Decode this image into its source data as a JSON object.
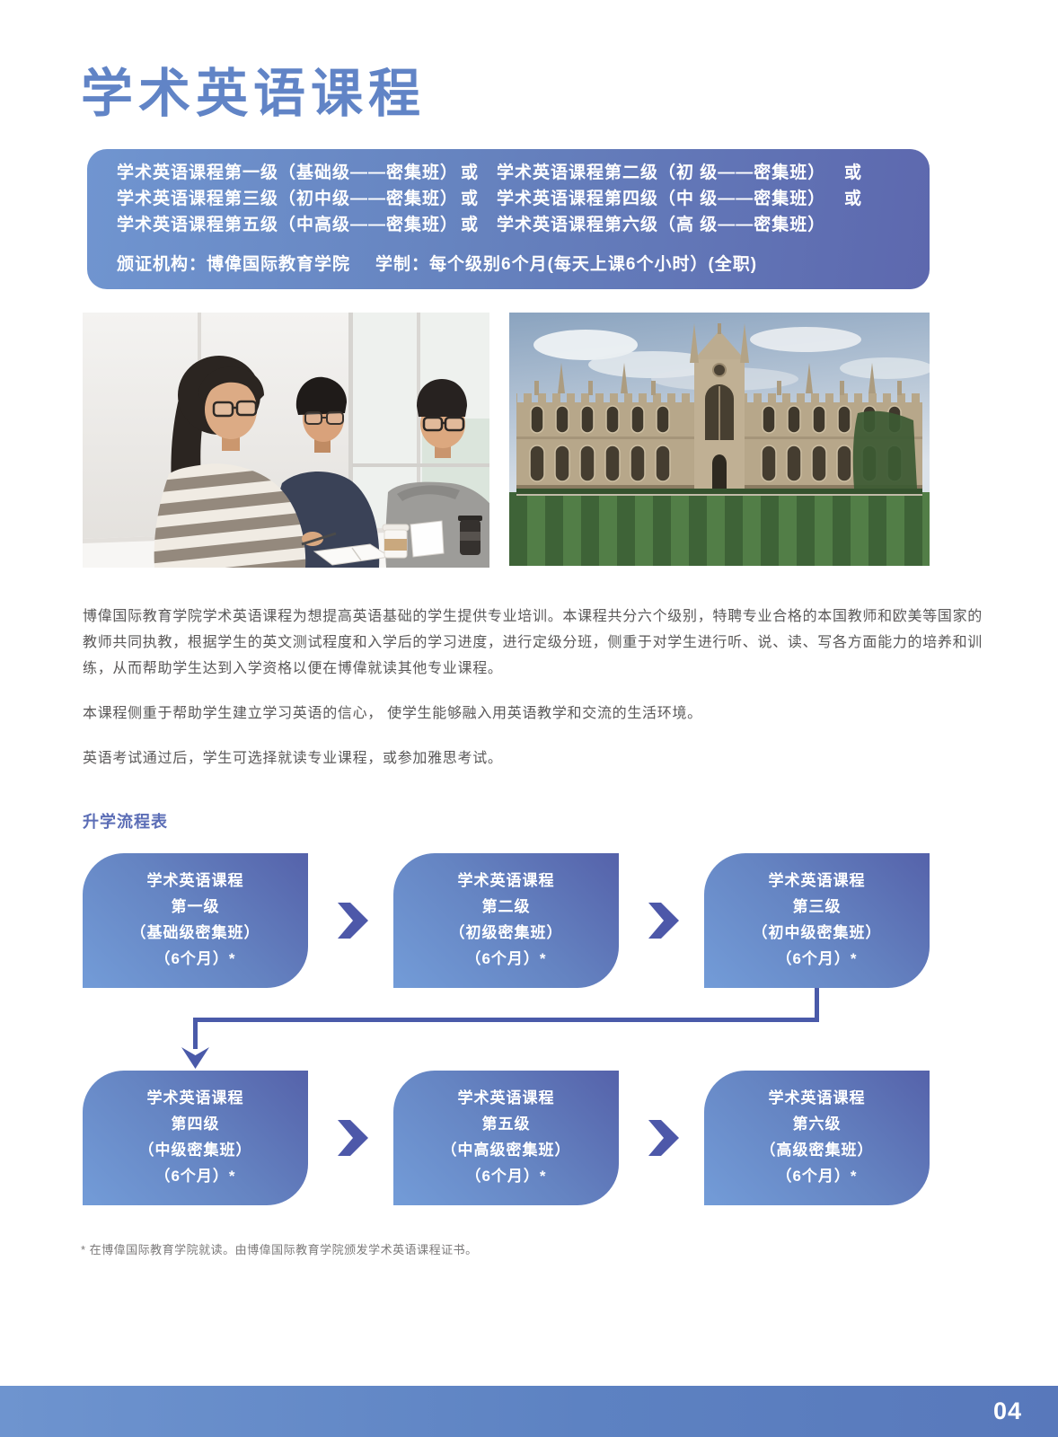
{
  "page": {
    "title": "学术英语课程",
    "page_number": "04"
  },
  "colors": {
    "title_blue": "#6184c6",
    "banner_gradient_left": "#7095d0",
    "banner_gradient_right": "#5d68ae",
    "flow_box_light": "#739cd8",
    "flow_box_dark": "#5562aa",
    "arrow_blue": "#4a5aa9",
    "footer_bar_blue": "#5d82c2",
    "body_text_gray": "#5a5858"
  },
  "banner": {
    "rows": [
      {
        "left": "学术英语课程第一级（基础级——密集班）",
        "or_mid": "或",
        "right": "学术英语课程第二级（初 级——密集班）",
        "or_end": "或"
      },
      {
        "left": "学术英语课程第三级（初中级——密集班）",
        "or_mid": "或",
        "right": "学术英语课程第四级（中 级——密集班）",
        "or_end": "或"
      },
      {
        "left": "学术英语课程第五级（中高级——密集班）",
        "or_mid": "或",
        "right": "学术英语课程第六级（高 级——密集班）",
        "or_end": ""
      }
    ],
    "cert_label": "颁证机构：博偉国际教育学院",
    "schedule_label": "学制：每个级别6个月(每天上课6个小时）(全职)"
  },
  "images": {
    "left_photo": "three-students-studying-in-classroom",
    "right_photo": "gothic-university-college-building-with-striped-lawn"
  },
  "paragraphs": {
    "p1_lines": [
      "博偉国际教育学院学术英语课程为想提高英语基础的学生提供专业培训。本课程共分六个级别，特聘专业合格的本国教师和欧美等国家的",
      "教师共同执教，根据学生的英文测试程度和入学后的学习进度，进行定级分班，侧重于对学生进行听、说、读、写各方面能力的培养和训",
      "练，从而帮助学生达到入学资格以便在博偉就读其他专业课程。"
    ],
    "p2": "本课程侧重于帮助学生建立学习英语的信心， 使学生能够融入用英语教学和交流的生活环境。",
    "p3": "英语考试通过后，学生可选择就读专业课程，或参加雅思考试。"
  },
  "flow": {
    "heading": "升学流程表",
    "boxes": [
      {
        "l1": "学术英语课程",
        "l2": "第一级",
        "l3": "（基础级密集班）",
        "l4": "（6个月）*"
      },
      {
        "l1": "学术英语课程",
        "l2": "第二级",
        "l3": "（初级密集班）",
        "l4": "（6个月）*"
      },
      {
        "l1": "学术英语课程",
        "l2": "第三级",
        "l3": "（初中级密集班）",
        "l4": "（6个月）*"
      },
      {
        "l1": "学术英语课程",
        "l2": "第四级",
        "l3": "（中级密集班）",
        "l4": "（6个月）*"
      },
      {
        "l1": "学术英语课程",
        "l2": "第五级",
        "l3": "（中高级密集班）",
        "l4": "（6个月）*"
      },
      {
        "l1": "学术英语课程",
        "l2": "第六级",
        "l3": "（高级密集班）",
        "l4": "（6个月）*"
      }
    ]
  },
  "footnote": "* 在博偉国际教育学院就读。由博偉国际教育学院颁发学术英语课程证书。"
}
